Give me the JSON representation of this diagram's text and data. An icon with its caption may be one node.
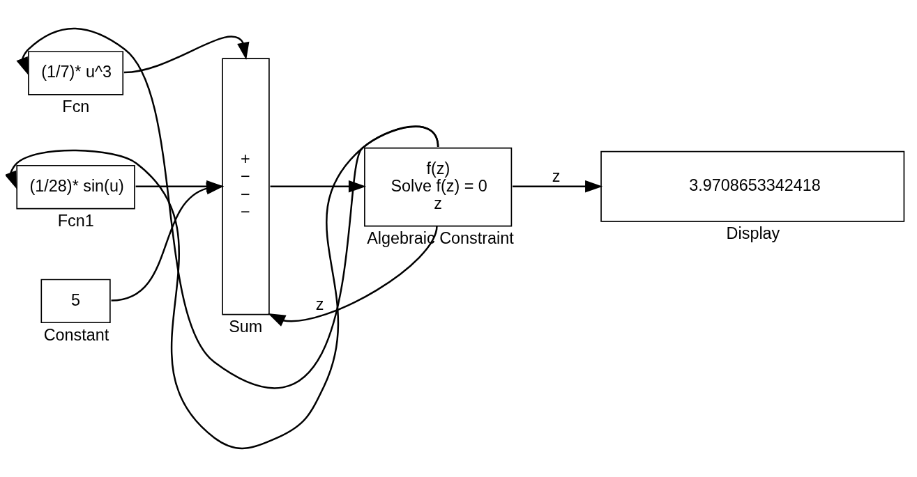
{
  "diagram": {
    "nodes": [
      {
        "text": [
          "(1/7)* u^3"
        ],
        "beside": [
          "Fcn"
        ]
      },
      {
        "text": [
          "(1/28)* sin(u)"
        ],
        "beside": [
          "Fcn1"
        ]
      },
      {
        "text": [
          "5"
        ],
        "beside": [
          "Constant"
        ]
      },
      {
        "text": [
          "+",
          "−",
          "−",
          "−"
        ],
        "beside": [
          "Sum"
        ]
      },
      {
        "text": [
          "f(z)",
          "Solve f(z) = 0",
          "z"
        ],
        "beside": [
          "Algebraic Constraint"
        ]
      },
      {
        "text": [
          "3.9708653342418"
        ],
        "beside": [
          "Display"
        ]
      }
    ],
    "edges": [
      {
        "from": 4,
        "to": 0,
        "arrow": "to"
      },
      {
        "from": 4,
        "to": 1,
        "arrow": "to"
      },
      {
        "from": 0,
        "to": 3,
        "arrow": "to"
      },
      {
        "from": 1,
        "to": 3,
        "arrow": "to"
      },
      {
        "from": 2,
        "to": 3,
        "arrow": "to"
      },
      {
        "from": 4,
        "to": 3,
        "label": "z",
        "arrow": "to"
      },
      {
        "from": 3,
        "to": 4,
        "arrow": "to"
      },
      {
        "from": 4,
        "to": 5,
        "label": "z",
        "arrow": "to"
      }
    ]
  }
}
